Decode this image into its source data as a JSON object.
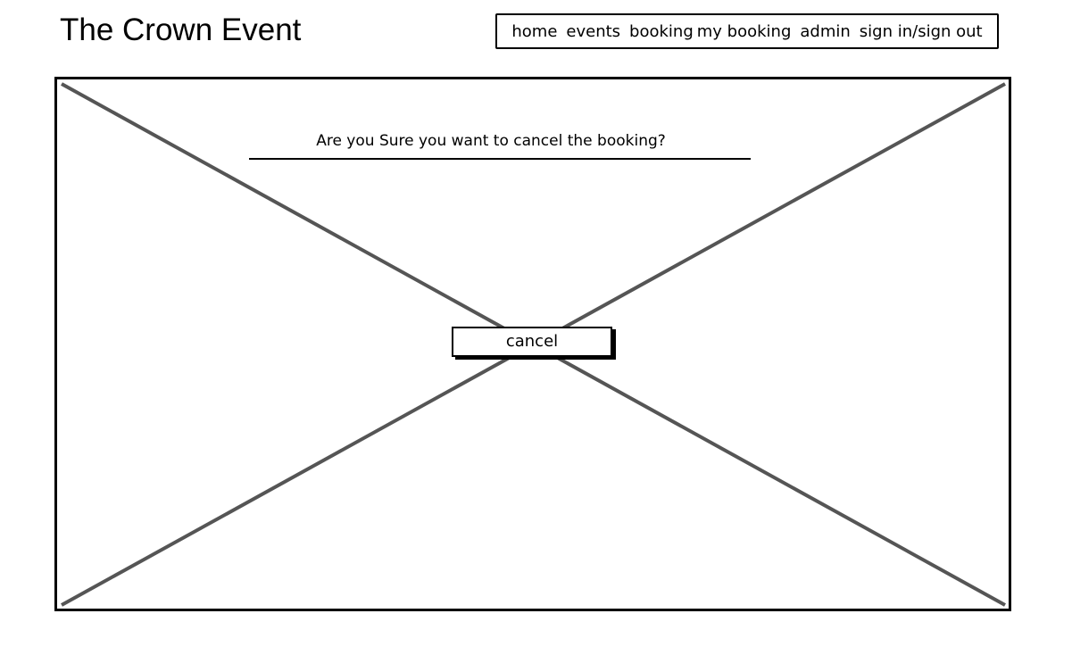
{
  "header": {
    "site_title": "The Crown Event"
  },
  "nav": {
    "items": [
      {
        "label": "home"
      },
      {
        "label": "events"
      },
      {
        "label": "booking"
      },
      {
        "label": "my booking"
      },
      {
        "label": "admin"
      },
      {
        "label": "sign in/sign out"
      }
    ]
  },
  "main": {
    "image_placeholder_icon": "image-placeholder-cross",
    "prompt": "Are you Sure you want to cancel the booking?",
    "cancel_label": "cancel"
  },
  "colors": {
    "ink": "#000000",
    "placeholder_cross": "#555555",
    "background": "#ffffff"
  }
}
